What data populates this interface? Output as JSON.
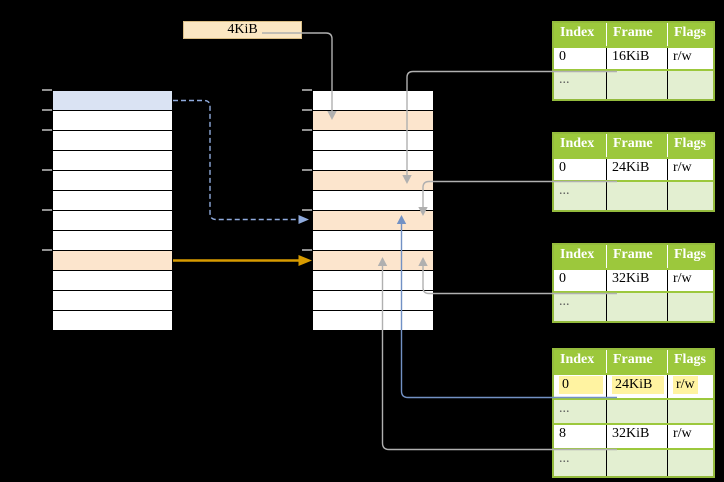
{
  "size_label": {
    "text": "4KiB"
  },
  "left_column": {
    "rows": 12,
    "blue_row_index": 0,
    "orange_row_index": 8
  },
  "middle_column": {
    "rows": 12,
    "orange_row_indexes": [
      1,
      4,
      6,
      8
    ]
  },
  "tables": [
    {
      "headers": [
        "Index",
        "Frame",
        "Flags"
      ],
      "rows": [
        [
          "0",
          "16KiB",
          "r/w"
        ],
        [
          "...",
          "",
          ""
        ]
      ]
    },
    {
      "headers": [
        "Index",
        "Frame",
        "Flags"
      ],
      "rows": [
        [
          "0",
          "24KiB",
          "r/w"
        ],
        [
          "...",
          "",
          ""
        ]
      ]
    },
    {
      "headers": [
        "Index",
        "Frame",
        "Flags"
      ],
      "rows": [
        [
          "0",
          "32KiB",
          "r/w"
        ],
        [
          "...",
          "",
          ""
        ]
      ]
    },
    {
      "headers": [
        "Index",
        "Frame",
        "Flags"
      ],
      "highlighted_row_index": 0,
      "rows": [
        [
          "0",
          "24KiB",
          "r/w"
        ],
        [
          "...",
          "",
          ""
        ],
        [
          "8",
          "32KiB",
          "r/w"
        ],
        [
          "...",
          "",
          ""
        ]
      ]
    }
  ],
  "colors": {
    "background": "#000000",
    "header_green": "#9cc83c",
    "row_light_green": "#e3efd1",
    "table_border_green": "#94bb3d",
    "cell_orange": "#fce5cd",
    "cell_blue": "#dae3f3",
    "label_fill": "#fbe7c3",
    "label_border": "#d9bd85",
    "highlight_yellow": "#fff3a1",
    "arrow_gray": "#b0b0b0",
    "arrow_blue_solid": "#7291c4",
    "arrow_blue_dashed": "#8faadc",
    "arrow_orange": "#d79b00"
  }
}
